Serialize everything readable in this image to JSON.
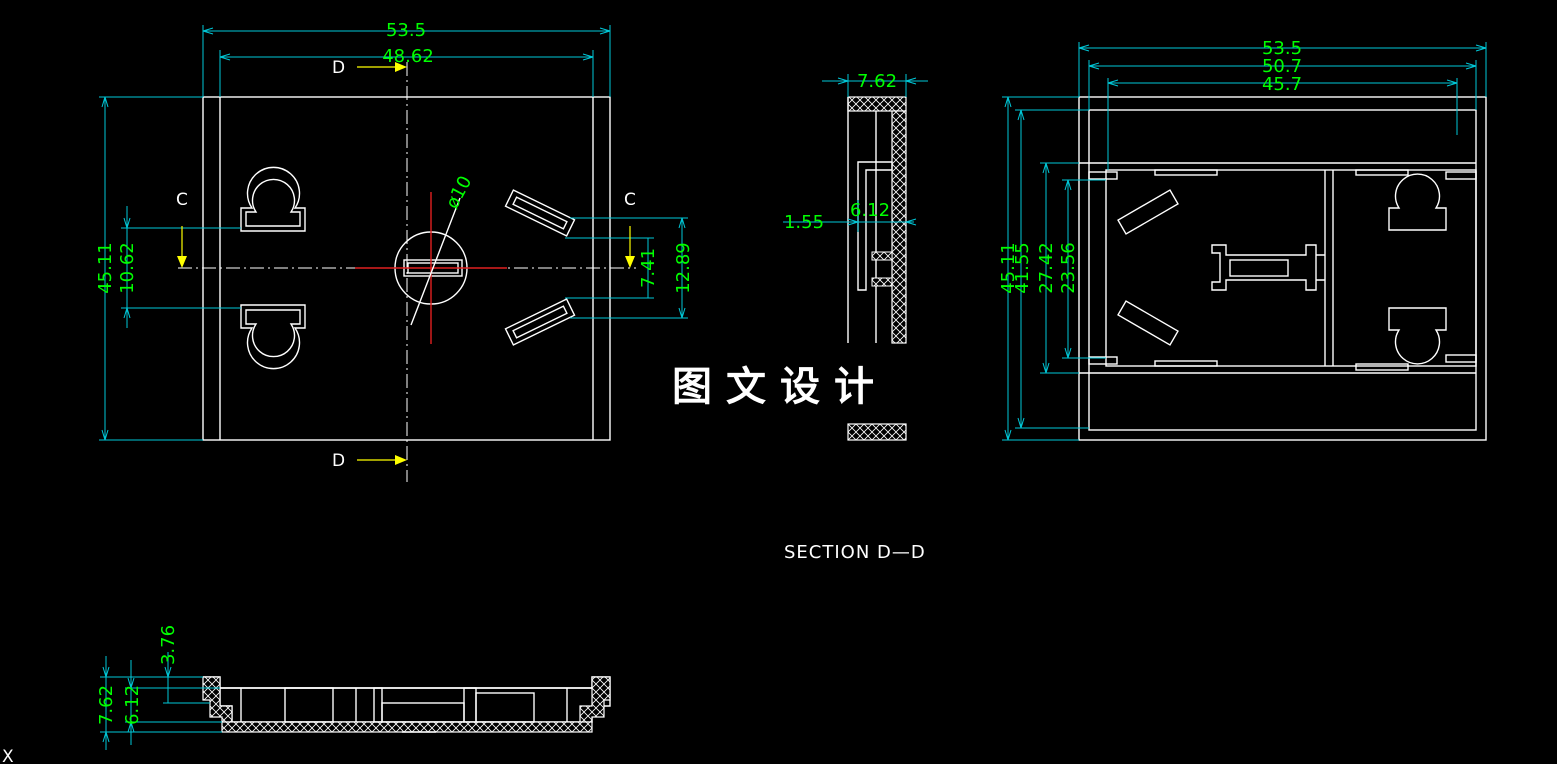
{
  "colors": {
    "background": "#000000",
    "outline": "#ffffff",
    "dimension_line": "#00c8d8",
    "dimension_text": "#00ff00",
    "center_mark": "#e02020",
    "section_arrow": "#ffff00"
  },
  "front_view": {
    "width_outer": "53.5",
    "width_inner": "48.62",
    "height": "45.11",
    "slot_pitch": "10.62",
    "dia_label": "ø10",
    "right_small": "7.41",
    "right_large": "12.89",
    "cut_d_label": "D",
    "cut_c_label": "C"
  },
  "side_view": {
    "thickness": "7.62",
    "left_small": "1.55",
    "inner_gap": "6.12"
  },
  "section_view": {
    "width_outer": "53.5",
    "width_mid": "50.7",
    "width_inner": "45.7",
    "h_outer": "45.11",
    "h_mid": "41.55",
    "h_inner_a": "27.42",
    "h_inner_b": "23.56",
    "title": "SECTION D—D"
  },
  "bottom_view": {
    "h_total": "7.62",
    "h_inner": "6.12",
    "h_step": "3.76"
  },
  "watermark": "图文设计",
  "ucs_label": "X"
}
